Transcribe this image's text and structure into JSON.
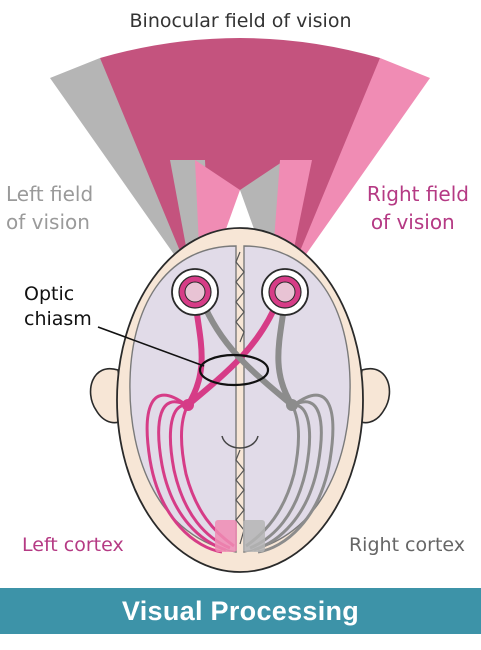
{
  "labels": {
    "binocular": "Binocular field of vision",
    "left_field_line1": "Left field",
    "left_field_line2": "of vision",
    "right_field_line1": "Right field",
    "right_field_line2": "of vision",
    "optic_line1": "Optic",
    "optic_line2": "chiasm",
    "left_cortex": "Left cortex",
    "right_cortex": "Right cortex"
  },
  "banner": {
    "title": "Visual Processing"
  },
  "colors": {
    "binocular": "#c4537e",
    "left_field": "#b3b3b3",
    "right_field": "#f08cb4",
    "magenta_pathway": "#d63c87",
    "gray_pathway": "#8c8c8c",
    "skin": "#f7e6d6",
    "brain": "#e1dbe8",
    "banner": "#3d93a8",
    "left_label": "#9a9a9a",
    "right_label": "#b53a84"
  }
}
